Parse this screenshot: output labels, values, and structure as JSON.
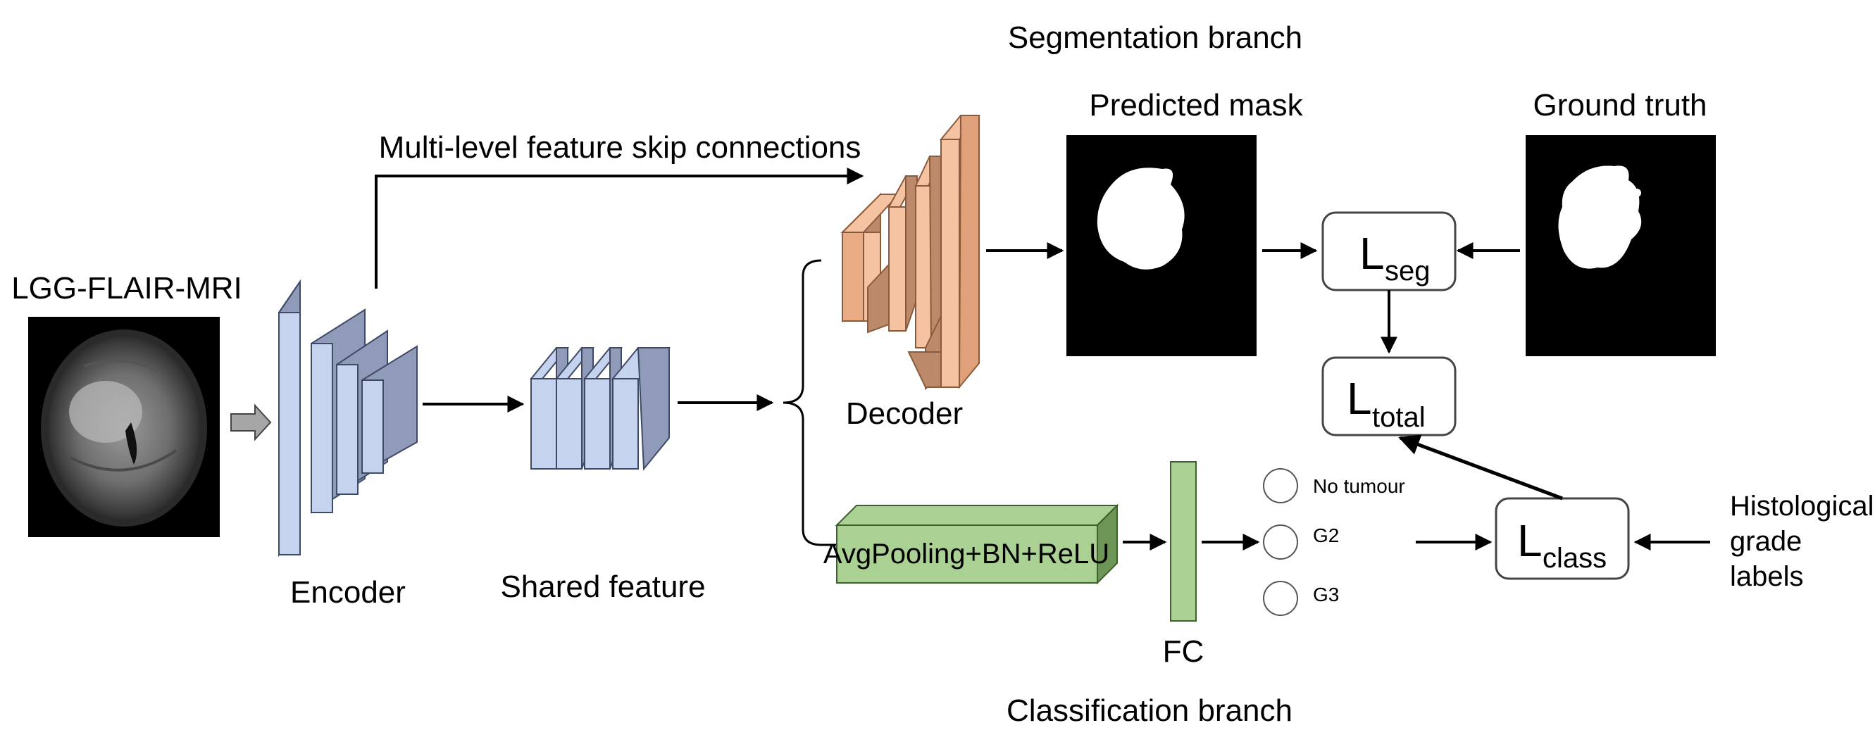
{
  "titles": {
    "segmentation": "Segmentation branch",
    "classification": "Classification branch"
  },
  "input": {
    "label": "LGG-FLAIR-MRI"
  },
  "encoder": {
    "label": "Encoder"
  },
  "shared": {
    "label": "Shared feature"
  },
  "decoder": {
    "label": "Decoder"
  },
  "skip": {
    "label": "Multi-level feature skip connections"
  },
  "predicted": {
    "label": "Predicted mask"
  },
  "ground_truth": {
    "label": "Ground truth"
  },
  "losses": {
    "seg": {
      "main": "L",
      "sub": "seg"
    },
    "total": {
      "main": "L",
      "sub": "total"
    },
    "class": {
      "main": "L",
      "sub": "class"
    }
  },
  "classifier": {
    "pool_label": "AvgPooling+BN+ReLU",
    "fc_label": "FC",
    "outputs": [
      "No tumour",
      "G2",
      "G3"
    ]
  },
  "grade_labels": [
    "Histological",
    "grade",
    "labels"
  ],
  "colors": {
    "encoder_front": "#c6d3ee",
    "encoder_side": "#8f9bb8",
    "decoder_front": "#f5c3a2",
    "decoder_side": "#bc8a6b",
    "classifier_fill": "#aad093",
    "classifier_dark": "#6d9556",
    "mask_bg": "#000000"
  }
}
